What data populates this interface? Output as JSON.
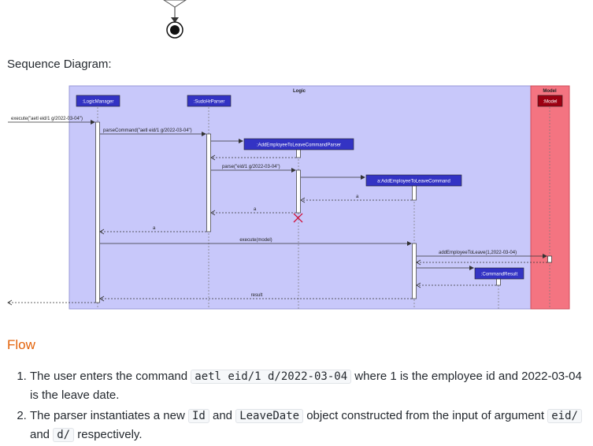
{
  "activity_top": {},
  "sequence": {
    "label": "Sequence Diagram:",
    "frames": {
      "logic": "Logic",
      "model": "Model"
    },
    "participants": {
      "logic_manager": ":LogicManager",
      "parser": ":SudoHrParser",
      "cmd_parser": ":AddEmployeeToLeaveCommandParser",
      "command": "a:AddEmployeeToLeaveCommand",
      "result": ":CommandResult",
      "model": ":Model"
    },
    "messages": {
      "m1": "execute(\"aetl eid/1 g/2022-03-04\")",
      "m2": "parseCommand(\"aetl eid/1 g/2022-03-04\")",
      "m3": "parse(\"eid/1 g/2022-03-04\")",
      "r_a1": "a",
      "r_a2": "a",
      "r_a3": "a",
      "m4": "execute(model)",
      "m5": "addEmployeeToLeave(1,2022-03-04)",
      "r_result": "result"
    },
    "colors": {
      "logic_bg": "#c8c8fa",
      "model_bg": "#f47481",
      "logic_box": "#3333c4",
      "model_box": "#9d0012"
    }
  },
  "flow": {
    "heading": "Flow",
    "steps": [
      {
        "before": "The user enters the command ",
        "code": "aetl eid/1 d/2022-03-04",
        "after": " where 1 is the employee id and 2022-03-04 is the leave date."
      },
      {
        "before": "The parser instantiates a new ",
        "code1": "Id",
        "mid1": " and ",
        "code2": "LeaveDate",
        "mid2": " object constructed from the input of argument ",
        "code3": "eid/",
        "mid3": " and ",
        "code4": "d/",
        "after": " respectively."
      }
    ]
  }
}
